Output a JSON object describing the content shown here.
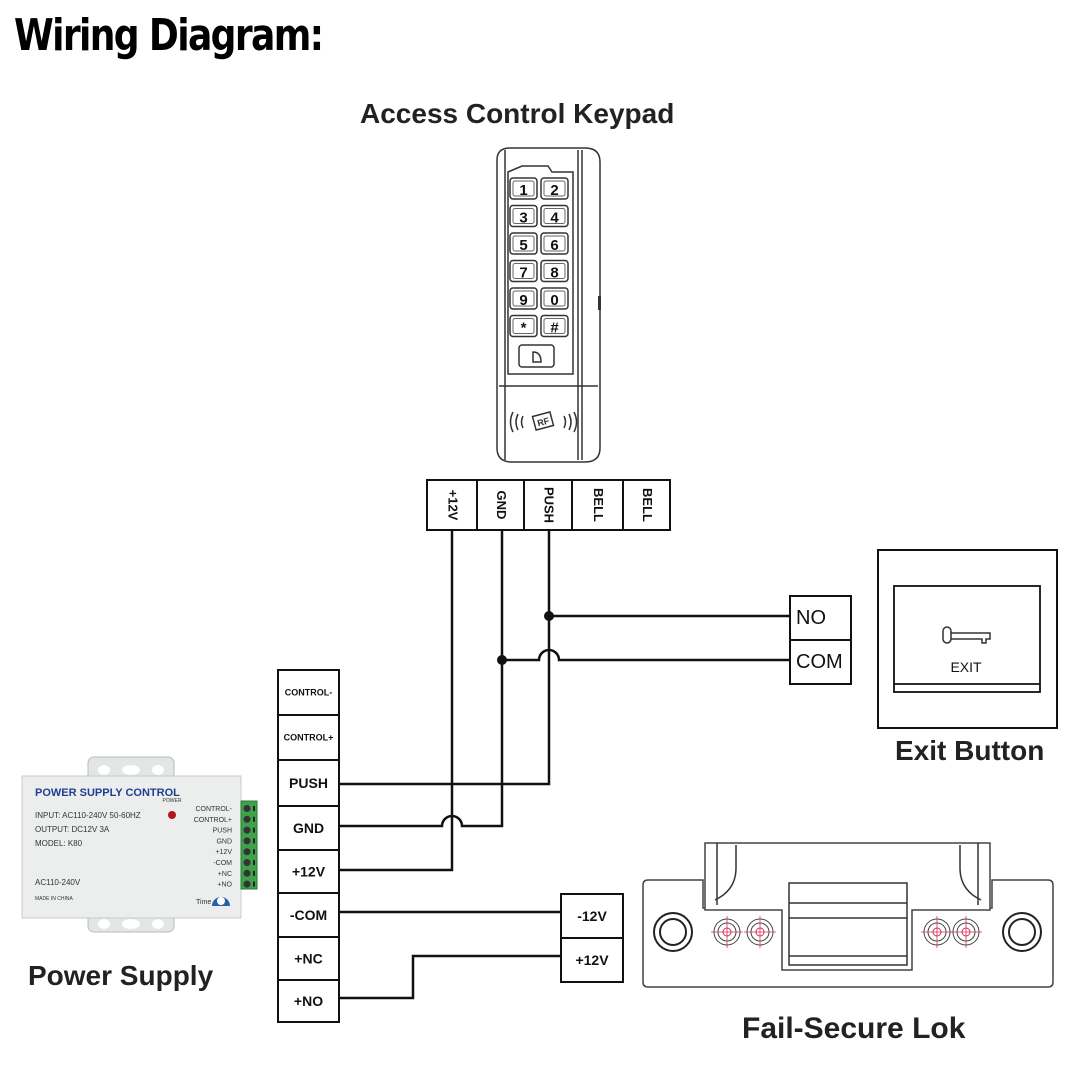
{
  "title": "Wiring Diagram:",
  "components": {
    "keypad": {
      "label": "Access Control Keypad",
      "keys": [
        "1",
        "2",
        "3",
        "4",
        "5",
        "6",
        "7",
        "8",
        "9",
        "0",
        "*",
        "#"
      ],
      "rf_label": "RF",
      "terminals": [
        "+12V",
        "GND",
        "PUSH",
        "BELL",
        "BELL"
      ]
    },
    "exit_button": {
      "label": "Exit Button",
      "face_text": "EXIT",
      "terminals": [
        "NO",
        "COM"
      ]
    },
    "power_supply": {
      "label": "Power Supply",
      "device_title": "POWER SUPPLY CONTROL",
      "input_text": "INPUT: AC110-240V 50-60HZ",
      "output_text": "OUTPUT: DC12V 3A",
      "model_text": "MODEL: K80",
      "ac_text": "AC110-240V",
      "made_in": "MADE IN CHINA",
      "power_led_label": "POWER",
      "time_label": "Time",
      "device_terminal_labels": [
        "CONTROL-",
        "CONTROL+",
        "PUSH",
        "GND",
        "+12V",
        "-COM",
        "+NC",
        "+NO"
      ],
      "terminals": [
        "CONTROL-",
        "CONTROL+",
        "PUSH",
        "GND",
        "+12V",
        "-COM",
        "+NC",
        "+NO"
      ]
    },
    "lock": {
      "label": "Fail-Secure Lok",
      "terminals": [
        "-12V",
        "+12V"
      ]
    }
  },
  "connections": [
    {
      "from": "keypad.+12V",
      "to": "power_supply.+12V"
    },
    {
      "from": "keypad.GND",
      "to": "power_supply.GND"
    },
    {
      "from": "keypad.GND",
      "to": "exit_button.COM"
    },
    {
      "from": "keypad.PUSH",
      "to": "power_supply.PUSH"
    },
    {
      "from": "keypad.PUSH",
      "to": "exit_button.NO"
    },
    {
      "from": "power_supply.-COM",
      "to": "lock.-12V"
    },
    {
      "from": "power_supply.+NO",
      "to": "lock.+12V"
    }
  ],
  "colors": {
    "line": "#111111",
    "device_body": "#e9ecec",
    "terminal_green": "#3fa14a",
    "led_red": "#b0161d",
    "ps_title_blue": "#1f3f8f",
    "crosshair": "#d0335a"
  }
}
